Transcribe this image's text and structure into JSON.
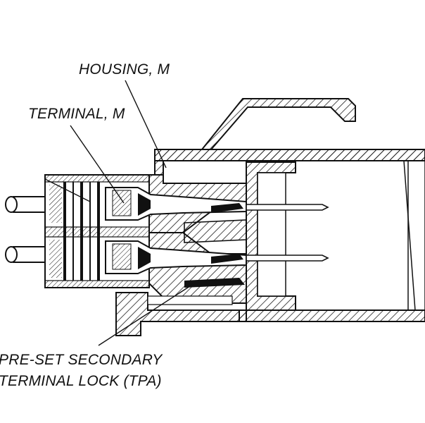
{
  "labels": {
    "housing": "HOUSING, M",
    "terminal": "TERMINAL, M",
    "tpa_line1": "PRE-SET SECONDARY",
    "tpa_line2": "TERMINAL LOCK (TPA)"
  },
  "colors": {
    "ink": "#111111",
    "background": "#ffffff"
  }
}
